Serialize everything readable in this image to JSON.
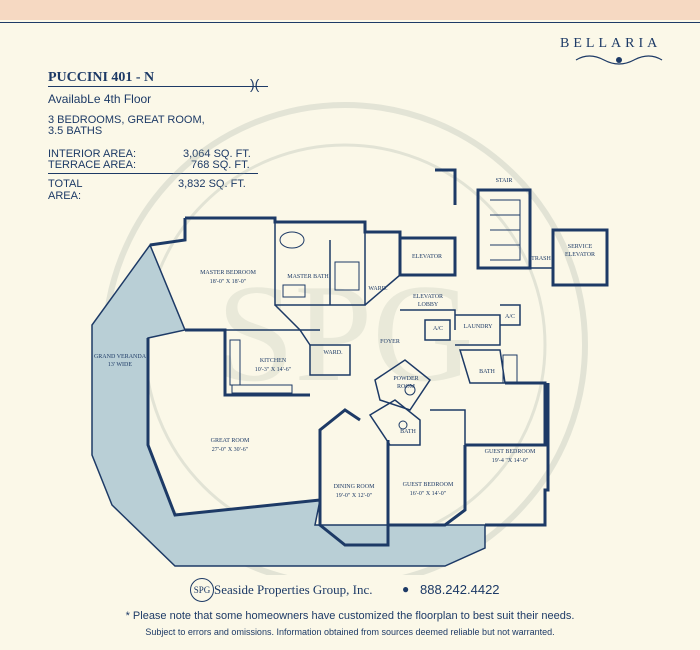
{
  "brand": {
    "name": "BELLARIA"
  },
  "unit": {
    "title": "PUCCINI 401 - N",
    "availability": "AvailabLe 4th Floor",
    "description_line1": "3 BEDROOMS, GREAT ROOM,",
    "description_line2": "3.5 BATHS"
  },
  "areas": {
    "interior_label": "INTERIOR AREA:",
    "interior_value": "3,064 SQ. FT.",
    "terrace_label": "TERRACE AREA:",
    "terrace_value": "768 SQ. FT.",
    "total_label": "TOTAL AREA:",
    "total_value": "3,832 SQ. FT."
  },
  "rooms": {
    "stair": "STAIR",
    "elevator": "ELEVATOR",
    "elevator_lobby_1": "ELEVATOR",
    "elevator_lobby_2": "LOBBY",
    "trash": "TRASH",
    "service_elevator_1": "SERVICE",
    "service_elevator_2": "ELEVATOR",
    "master_bedroom": "MASTER BEDROOM",
    "master_bedroom_dim": "18'-0\" X 18'-0\"",
    "master_bath": "MASTER BATH",
    "ward_1": "WARD.",
    "ward_2": "WARD.",
    "ac_1": "A/C",
    "ac_2": "A/C",
    "laundry": "LAUNDRY",
    "foyer": "FOYER",
    "grand_veranda": "GRAND VERANDA",
    "grand_veranda_dim": "13' WIDE",
    "kitchen": "KITCHEN",
    "kitchen_dim": "10'-3\" X 14'-6\"",
    "powder_room_1": "POWDER",
    "powder_room_2": "ROOM",
    "bath_1": "BATH",
    "bath_2": "BATH",
    "great_room": "GREAT ROOM",
    "great_room_dim": "27'-0\" X 30'-6\"",
    "dining_room": "DINING ROOM",
    "dining_room_dim": "19'-0\" X 12'-0\"",
    "guest_bedroom_1": "GUEST BEDROOM",
    "guest_bedroom_1_dim": "16'-0\" X 14'-0\"",
    "guest_bedroom_2": "GUEST BEDROOM",
    "guest_bedroom_2_dim": "19'-4 \"X 14'-0\""
  },
  "footer": {
    "logo_mark": "SPG",
    "company": "Seaside Properties Group, Inc.",
    "phone": "888.242.4422",
    "note": "* Please note that some homeowners have customized the floorplan to best suit their needs.",
    "disclaimer": "Subject to errors and omissions. Information obtained from sources deemed reliable but not warranted."
  },
  "colors": {
    "ink": "#1d3a66",
    "veranda": "#b9cfd6",
    "band": "#f6d9c2",
    "paper": "#fbf8e8"
  }
}
